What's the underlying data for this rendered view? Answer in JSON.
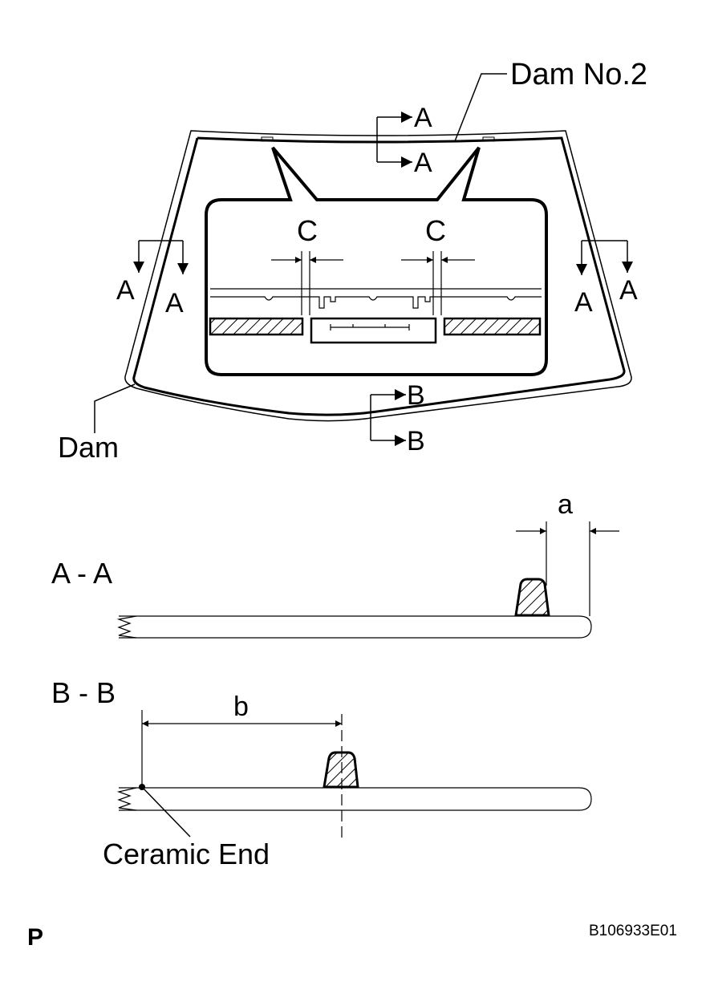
{
  "labels": {
    "dam_no2": "Dam No.2",
    "dam": "Dam",
    "section_a": "A",
    "section_b": "B",
    "section_c": "C",
    "section_aa": "A - A",
    "section_bb": "B - B",
    "dim_a": "a",
    "dim_b": "b",
    "ceramic_end": "Ceramic End",
    "page_letter": "P",
    "figure_code": "B106933E01"
  }
}
